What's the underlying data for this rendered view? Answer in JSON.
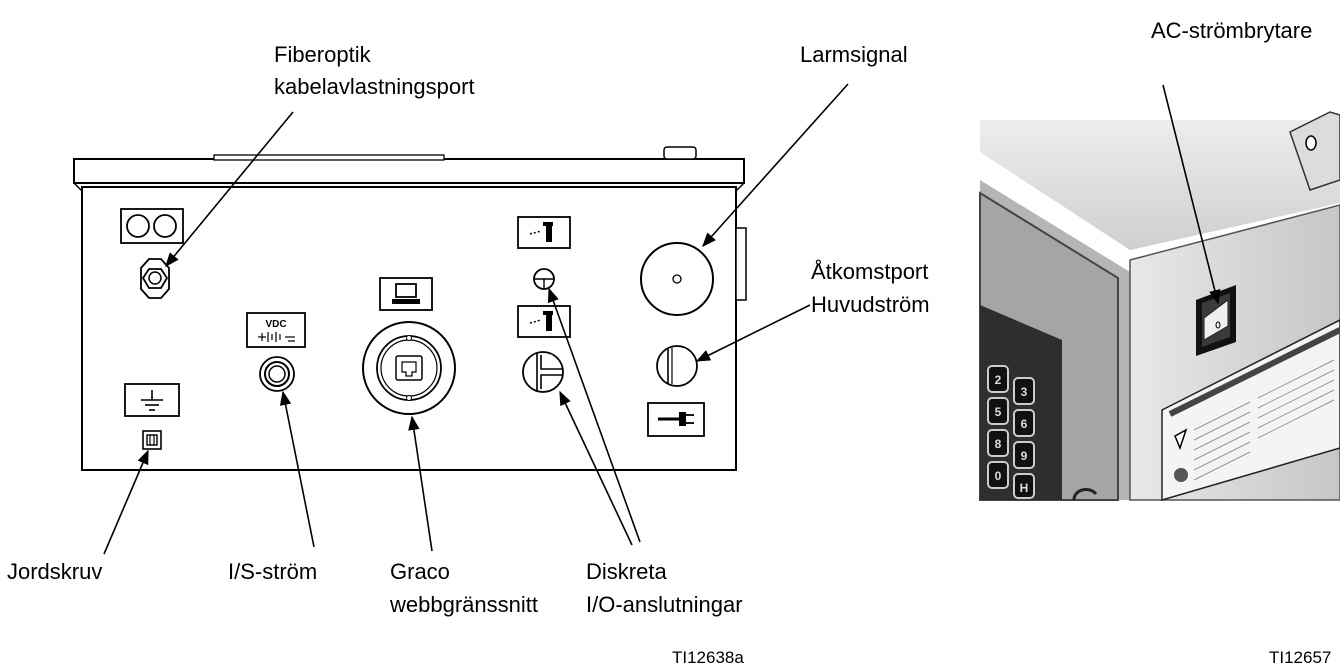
{
  "labels": {
    "fiber_optic_line1": "Fiberoptik",
    "fiber_optic_line2": "kabelavlastningsport",
    "alarm_signal": "Larmsignal",
    "ac_switch": "AC-strömbrytare",
    "access_port_line1": "Åtkomstport",
    "access_port_line2": "Huvudström",
    "ground_screw": "Jordskruv",
    "io_power": "I/S-ström",
    "graco_web_line1": "Graco",
    "graco_web_line2": "webbgränssnitt",
    "discrete_io_line1": "Diskreta",
    "discrete_io_line2": "I/O-anslutningar"
  },
  "panel_marks": {
    "vdc": "VDC"
  },
  "figure_refs": {
    "left": "TI12638a",
    "right": "TI12657"
  }
}
